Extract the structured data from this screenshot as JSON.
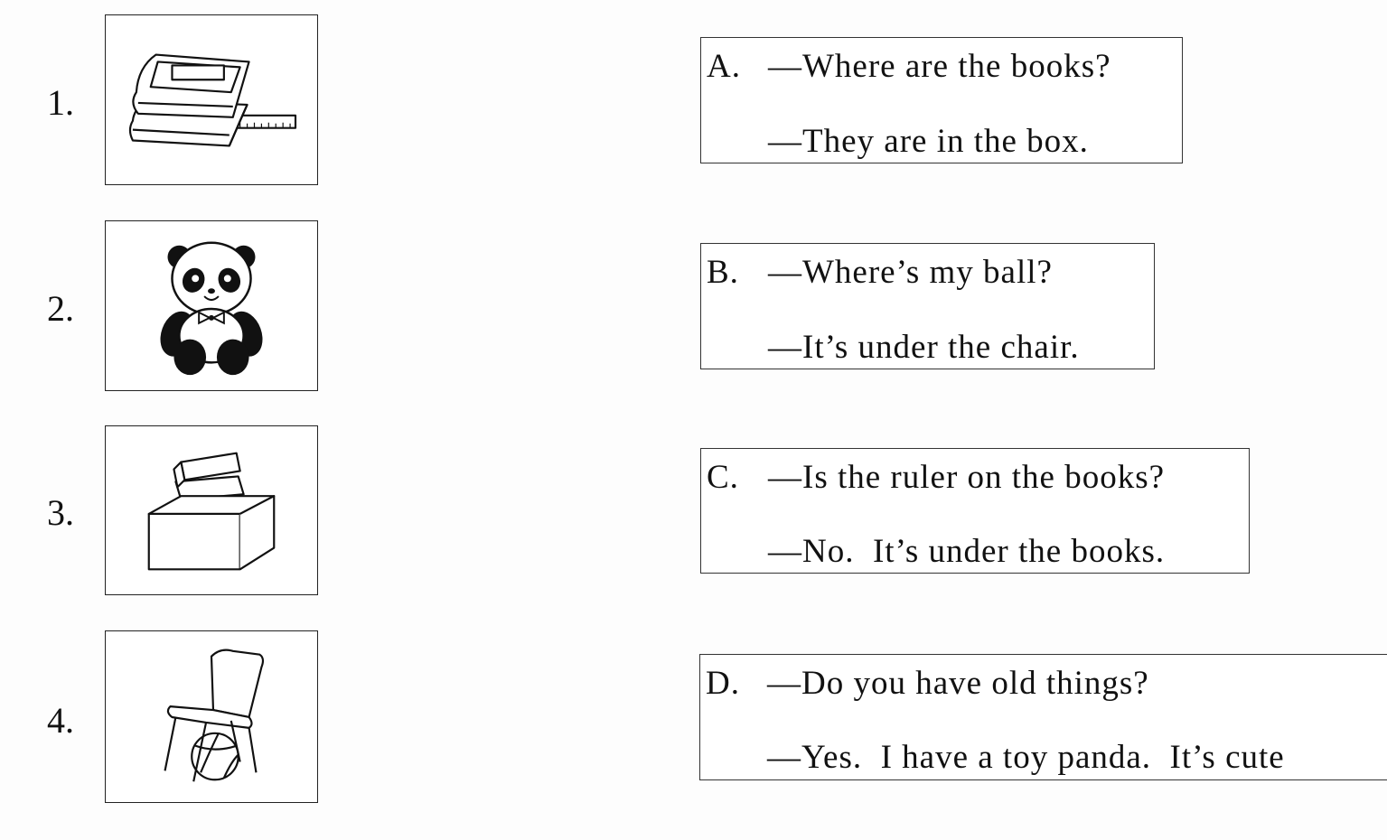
{
  "pictures": [
    {
      "number": "1.",
      "icon": "books-with-ruler-icon"
    },
    {
      "number": "2.",
      "icon": "toy-panda-icon"
    },
    {
      "number": "3.",
      "icon": "books-in-box-icon"
    },
    {
      "number": "4.",
      "icon": "ball-under-chair-icon"
    }
  ],
  "options": [
    {
      "letter": "A.",
      "question": "—Where are the books?",
      "answer": "—They are in the box."
    },
    {
      "letter": "B.",
      "question": "—Where’s my ball?",
      "answer": "—It’s under the chair."
    },
    {
      "letter": "C.",
      "question": "—Is the ruler on the books?",
      "answer": "—No.  It’s under the books."
    },
    {
      "letter": "D.",
      "question": "—Do you have old things?",
      "answer": "—Yes.  I have a toy panda.  It’s cute"
    }
  ]
}
